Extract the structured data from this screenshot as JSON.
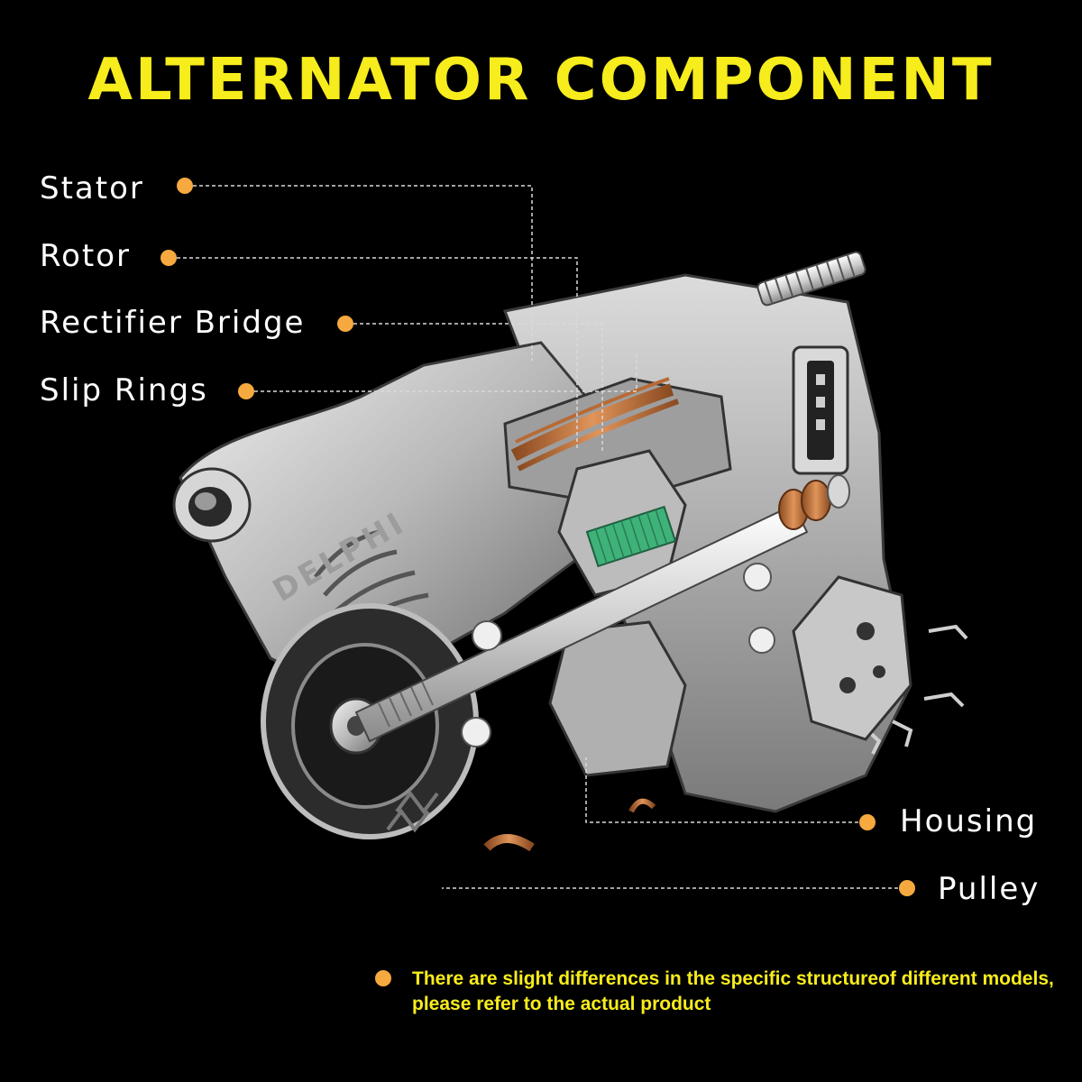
{
  "title": "ALTERNATOR COMPONENT",
  "labels": {
    "stator": "Stator",
    "rotor": "Rotor",
    "rectifier_bridge": "Rectifier Bridge",
    "slip_rings": "Slip Rings",
    "housing": "Housing",
    "pulley": "Pulley"
  },
  "brand_marking": "DELPHI",
  "note": "There are slight differences in the specific structureof different models, please refer to the actual product",
  "colors": {
    "background": "#000000",
    "title": "#f7ec1c",
    "callout_dot": "#f6a93f",
    "label_text": "#ffffff",
    "note_text": "#f7ec1c",
    "copper_winding": "#c9733a",
    "lamination_green": "#3fb27a"
  }
}
